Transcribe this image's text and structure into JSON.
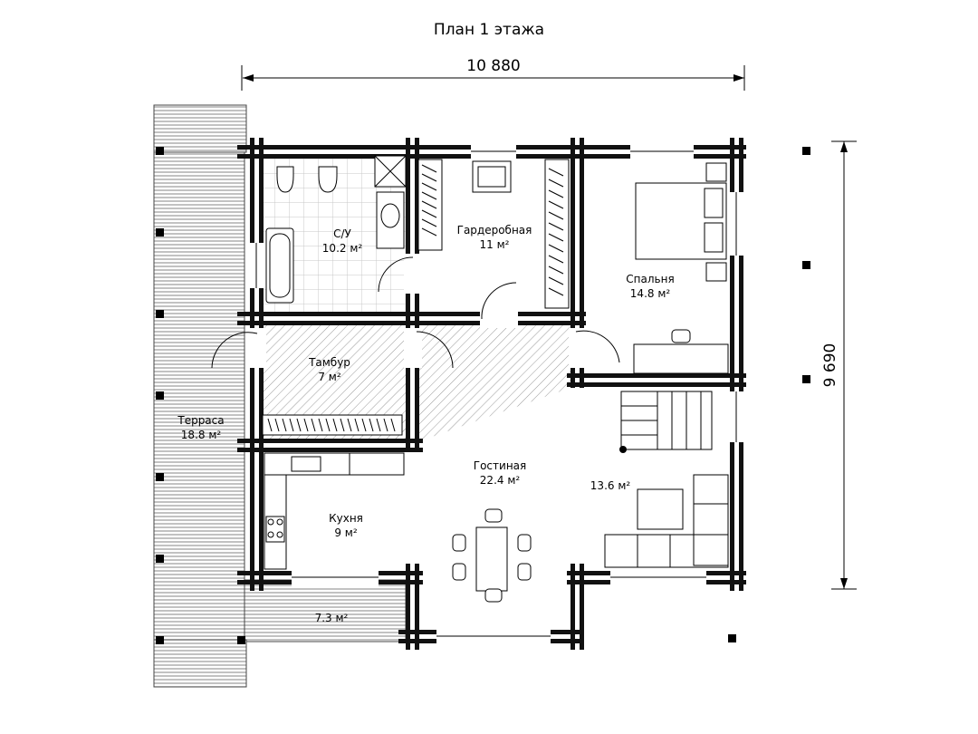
{
  "title": "План 1 этажа",
  "dimensions": {
    "width": "10 880",
    "height": "9 690"
  },
  "rooms": [
    {
      "name": "С/У",
      "area": "10.2 м²"
    },
    {
      "name": "Гардеробная",
      "area": "11 м²"
    },
    {
      "name": "Спальня",
      "area": "14.8 м²"
    },
    {
      "name": "Тамбур",
      "area": "7 м²"
    },
    {
      "name": "Терраса",
      "area": "18.8 м²"
    },
    {
      "name": "Гостиная",
      "area": "22.4 м²"
    },
    {
      "name": "",
      "area": "13.6 м²"
    },
    {
      "name": "Кухня",
      "area": "9 м²"
    },
    {
      "name": "",
      "area": "7.3 м²"
    }
  ]
}
